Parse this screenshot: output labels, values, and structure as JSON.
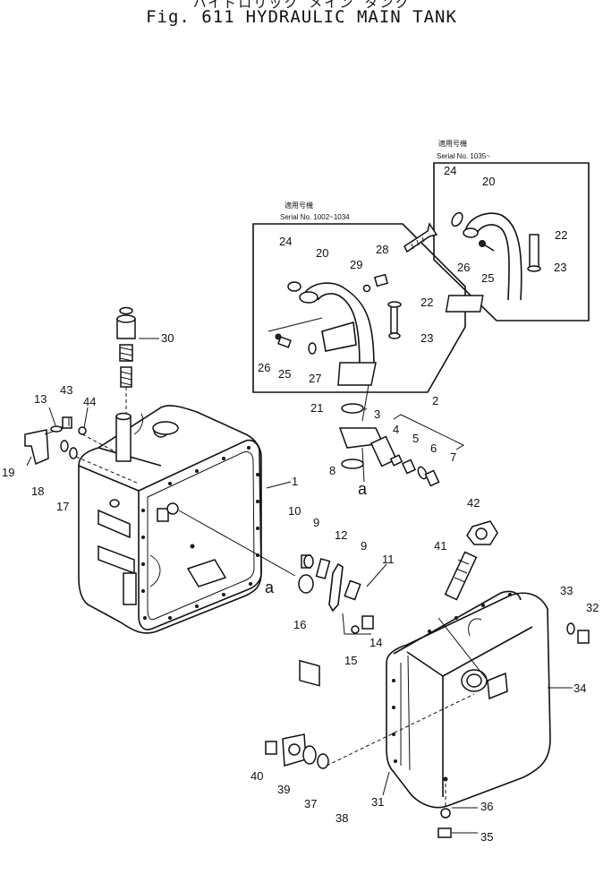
{
  "header": {
    "japanese_title": "ハイドロリック メイン タンク",
    "fig_label": "Fig. 611",
    "title": "HYDRAULIC MAIN TANK"
  },
  "insets": {
    "early": {
      "jp": "適用号機",
      "serial": "Serial No. 1002~1034"
    },
    "late": {
      "jp": "適用号機",
      "serial": "Serial No. 1035~"
    }
  },
  "reference_marks": {
    "a1": "a",
    "a2": "a"
  },
  "part_numbers": [
    "1",
    "2",
    "3",
    "4",
    "5",
    "6",
    "7",
    "8",
    "9",
    "10",
    "11",
    "12",
    "13",
    "14",
    "15",
    "16",
    "17",
    "18",
    "19",
    "20",
    "21",
    "22",
    "23",
    "24",
    "25",
    "26",
    "27",
    "28",
    "29",
    "30",
    "31",
    "32",
    "33",
    "34",
    "35",
    "36",
    "37",
    "38",
    "39",
    "40",
    "41",
    "42",
    "43",
    "44"
  ]
}
